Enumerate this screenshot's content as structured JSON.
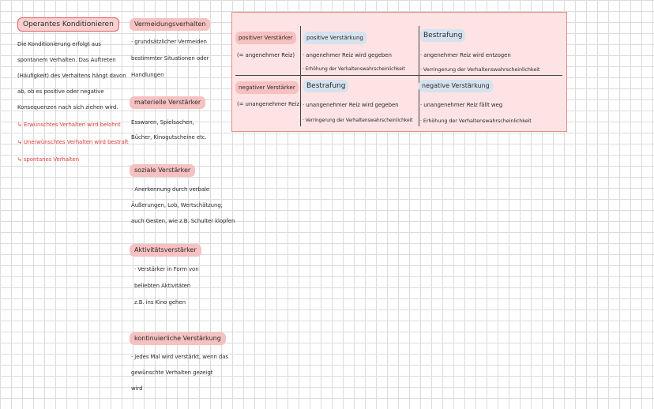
{
  "col1": {
    "heading": "Operantes Konditionieren",
    "lines": [
      "Die Konditionierung erfolgt aus",
      "spontanem Verhalten. Das Auftreten",
      "(Häufigkeit) des Verhaltens hängt davon",
      "ab, ob es positive oder negative",
      "Konsequenzen nach sich ziehen wird."
    ],
    "red_lines": [
      "↳ Erwünschtes Verhalten wird belohnt",
      "↳ Unerwünschtes Verhalten wird bestraft",
      "↳ spontanes Verhalten"
    ]
  },
  "col2": {
    "avoid": {
      "heading": "Vermeidungsverhalten",
      "lines": [
        "· grundsätzlicher Vermeiden",
        "bestimmter Situationen oder",
        "Handlungen"
      ]
    },
    "material": {
      "heading": "materielle Verstärker",
      "lines": [
        "Esswaren, Spielsachen,",
        "Bücher, Kinogutscheine etc."
      ]
    },
    "social": {
      "heading": "soziale Verstärker",
      "lines": [
        "· Anerkennung durch verbale",
        "Äußerungen, Lob, Wertschätzung;",
        "auch Gesten, wie z.B. Schulter klopfen"
      ]
    },
    "activity": {
      "heading": "Aktivitätsverstärker",
      "lines": [
        "· Verstärker in Form von",
        "beliebten Aktivitäten",
        "z.B. ins Kino gehen"
      ]
    },
    "continuous": {
      "heading": "kontinuierliche Verstärkung",
      "lines": [
        "· jedes Mal wird verstärkt, wenn das",
        "gewünschte Verhalten gezeigt",
        "wird"
      ]
    }
  },
  "table": {
    "row1": {
      "label": "positiver Verstärker",
      "sub": "(= angenehmer Reiz)",
      "cell1_title": "positive Verstärkung",
      "cell1_lines": [
        "· angenehmer Reiz wird gegeben",
        "· Erhöhung der Verhaltenswahrscheinlichkeit"
      ],
      "cell2_title": "Bestrafung",
      "cell2_lines": [
        "· angenehmer Reiz wird entzogen",
        "· Verringerung der Verhaltenswahrscheinlichkeit"
      ]
    },
    "row2": {
      "label": "negativer Verstärker",
      "sub": "(= unangenehmer Reiz)",
      "cell1_title": "Bestrafung",
      "cell1_lines": [
        "· unangenehmer Reiz wird gegeben",
        "· Verringerung der Verhaltenswahrscheinlichkeit"
      ],
      "cell2_title": "negative Verstärkung",
      "cell2_lines": [
        "· unangenehmer Reiz fällt weg",
        "· Erhöhung der Verhaltenswahrscheinlichkeit"
      ]
    }
  }
}
